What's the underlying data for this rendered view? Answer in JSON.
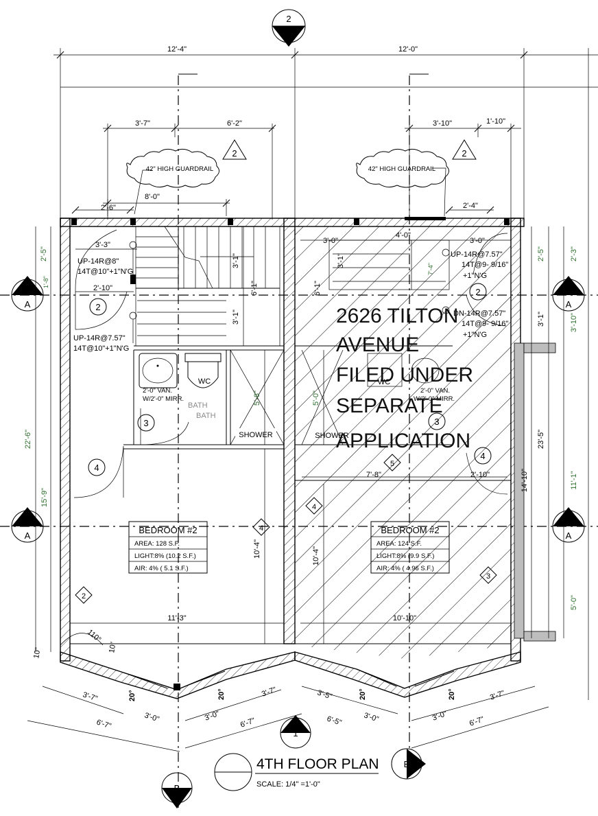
{
  "top_dims": {
    "overall_left": "12'-4\"",
    "overall_right": "12'-0\"",
    "left_a": "3'-7\"",
    "left_b": "6'-2\"",
    "right_a": "3'-10\"",
    "right_b": "1'-10\"",
    "left_8": "8'-0\"",
    "left_26": "2'-6\"",
    "right_24": "2'-4\""
  },
  "guardrail": {
    "left": "42\" HIGH GUARDRAIL",
    "right": "42\" HIGH GUARDRAIL"
  },
  "rev_tag": "2",
  "section_tags": {
    "top": "2",
    "left_a1": "A",
    "left_a2": "A",
    "right_a1": "A",
    "right_a2": "A",
    "bottom_1": "1",
    "bottom_b1": "B",
    "bottom_b2": "B"
  },
  "stairs": {
    "left_up1": "UP-14R@8\"",
    "left_up1b": "14T@10\"+1\"N'G",
    "left_up2": "UP-14R@7.57\"",
    "left_up2b": "14T@10\"+1\"N'G",
    "right_up": "UP-14R@7.57\"",
    "right_up_b": "14T@9- 9/16\"",
    "right_up_c": "+1\"N'G",
    "right_dn": "DN-14R@7.57\"",
    "right_dn_b": "14T@9- 9/16\"",
    "right_dn_c": "+1\"N'G"
  },
  "interior_dims": {
    "l_33": "3'-3\"",
    "l_210": "2'-10\"",
    "l_31a": "3'-1\"",
    "l_61": "6'-1\"",
    "l_31b": "3'-1\"",
    "l_25": "2'-5\"",
    "l_18": "1'-8\"",
    "l_226": "22'-6\"",
    "l_159": "15'-9\"",
    "l_58": "5'-8\"",
    "l_104": "10'-4\"",
    "l_113": "11'-3\"",
    "r_30a": "3'-0\"",
    "r_40": "4'-0\"",
    "r_30b": "3'-0\"",
    "r_31": "3'-1\"",
    "r_61": "6'-1\"",
    "r_74": "7'-4\"",
    "r_25": "2'-5\"",
    "r_23": "2'-3\"",
    "r_31b": "3'-1\"",
    "r_310": "3'-10\"",
    "r_58": "5'-0\"",
    "r_78": "7'-8\"",
    "r_210": "2'-10\"",
    "r_104": "10'-4\"",
    "r_1010": "10'-10\"",
    "r_235": "23'-5\"",
    "r_1410": "14'-10\"",
    "r_111": "11'-1\"",
    "r_50": "5'-0\""
  },
  "bath_left": {
    "vanity": "2'-0\" VAN.",
    "mirror": "W/2'-0\" MIRR.",
    "wc": "WC",
    "bath1": "BATH",
    "bath2": "BATH",
    "shower": "SHOWER"
  },
  "bath_right": {
    "vanity": "2'-0\" VAN.",
    "mirror": "W/2'-0\" MIRR.",
    "wc": "WC",
    "shower": "SHOWER"
  },
  "door_tags": {
    "l2": "2",
    "l3": "3",
    "l4": "4",
    "l2b": "2",
    "c4a": "4",
    "c4b": "4",
    "r2": "2",
    "r3": "3",
    "r4": "4",
    "r5": "5",
    "r3b": "3"
  },
  "room_left": {
    "name": "BEDROOM #2",
    "area": "AREA: 128 S.F.",
    "light": "LIGHT:8% (10.2 S.F.)",
    "air": "AIR: 4% ( 5.1 S.F.)"
  },
  "room_right": {
    "name": "BEDROOM #2",
    "area": "AREA: 124 S.F.",
    "light": "LIGHT:8% (9.9 S.F.)",
    "air": "AIR: 4% ( 4.96 S.F.)"
  },
  "note_lines": [
    "2626 TILTON",
    "AVENUE",
    "FILED UNDER",
    "SEPARATE",
    "APPLICATION"
  ],
  "bay_dims": {
    "angle_110": "110°",
    "d10a": "10\"",
    "d10b": "10\"",
    "l_37": "3'-7\"",
    "l_67": "6'-7\"",
    "l_20a": "20°",
    "l_30": "3'-0\"",
    "l_20b": "20°",
    "c_37": "3'-7\"",
    "c_30": "3'-0\"",
    "c_67": "6'-7\"",
    "c_35": "3'-5\"",
    "c_65": "6'-5\"",
    "r_20a": "20°",
    "r_30": "3'-0\"",
    "r_20b": "20°",
    "r_30b": "3'-0\"",
    "r_37": "3'-7\"",
    "r_67": "6'-7\""
  },
  "title": {
    "name": "4TH FLOOR PLAN",
    "scale": "SCALE: 1/4\" =1'-0\""
  }
}
